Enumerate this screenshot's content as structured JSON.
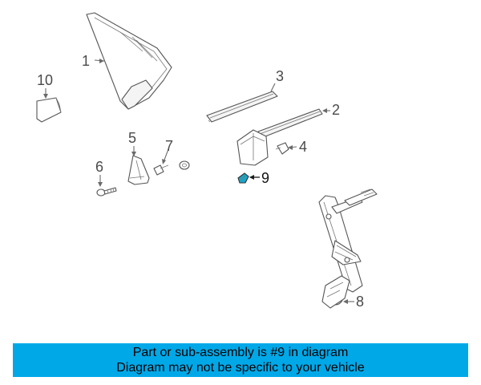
{
  "callouts": {
    "c1": "1",
    "c2": "2",
    "c3": "3",
    "c4": "4",
    "c5": "5",
    "c6": "6",
    "c7": "7",
    "c8": "8",
    "c9": "9",
    "c10": "10"
  },
  "highlight_part": "9",
  "colors": {
    "banner_bg": "#00a8e8",
    "highlight_part_fill": "#1aa5c8"
  },
  "banner": {
    "line1": "Part or sub-assembly is #9 in diagram",
    "line2": "Diagram may not be specific to your vehicle"
  }
}
